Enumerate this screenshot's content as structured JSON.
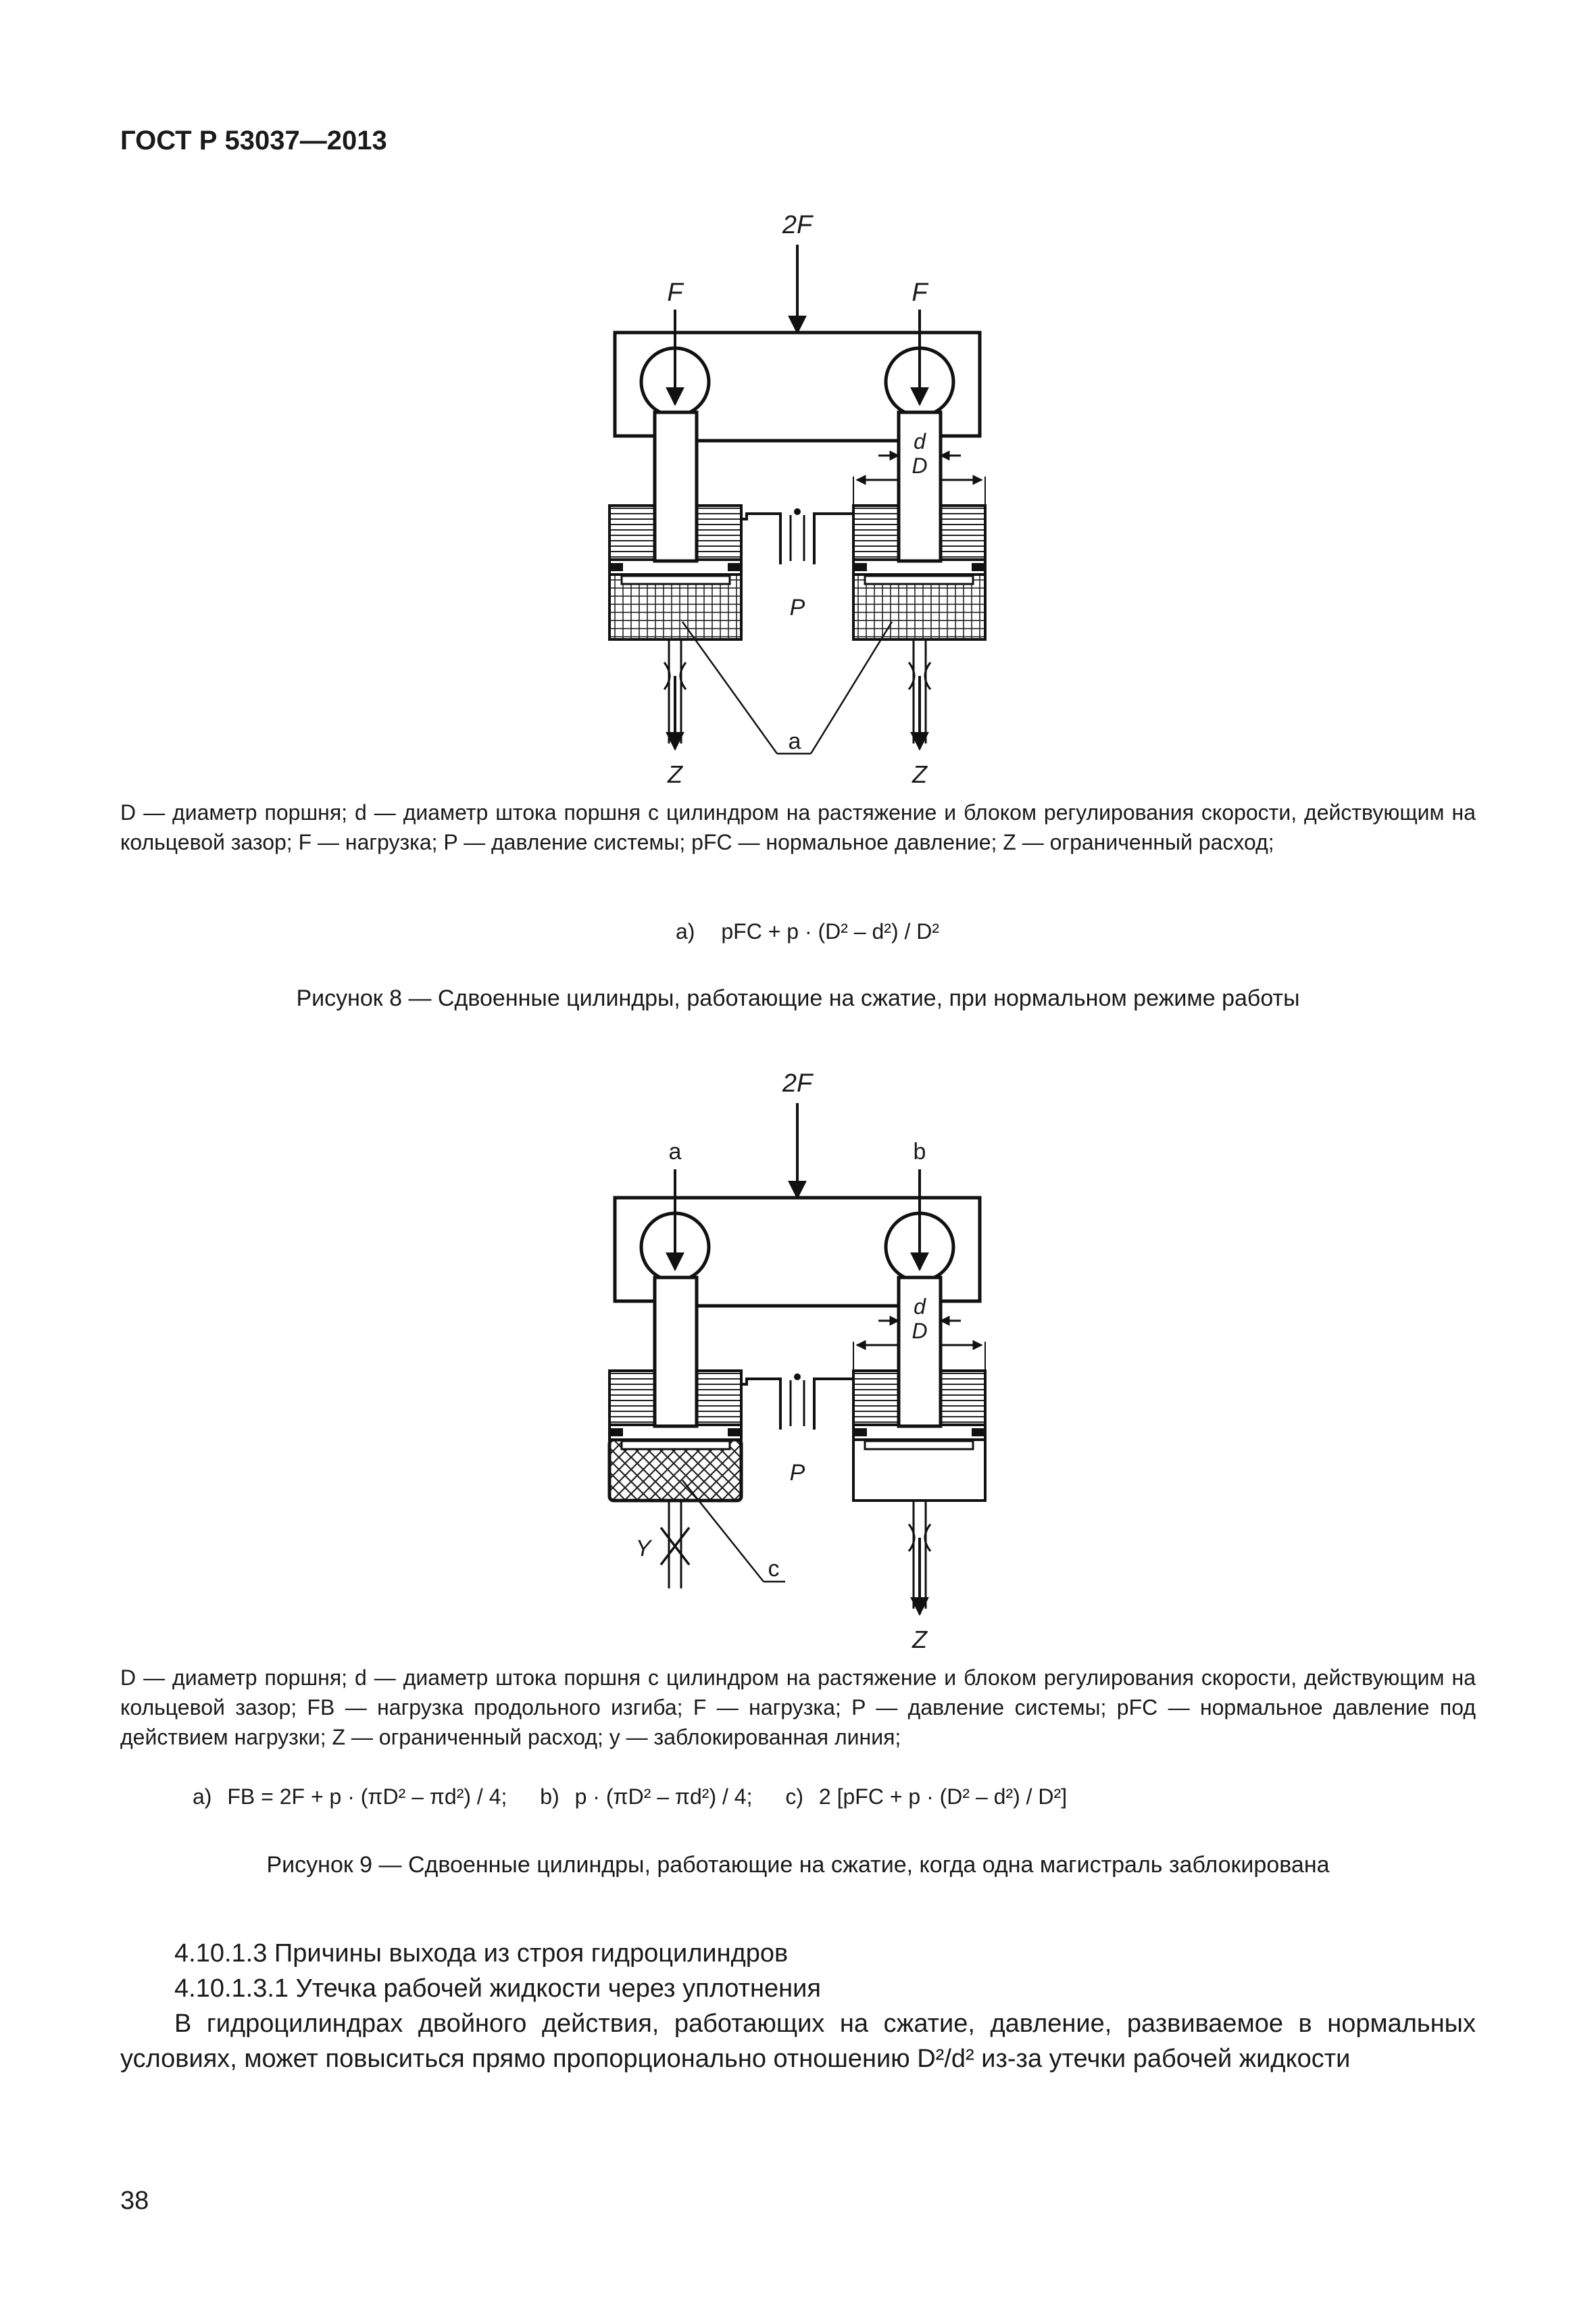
{
  "header": {
    "standard": "ГОСТ Р 53037—2013"
  },
  "figure8": {
    "labels": {
      "top_force": "2F",
      "left_force": "F",
      "right_force": "F",
      "d": "d",
      "D": "D",
      "P": "P",
      "a": "a",
      "z_left": "Z",
      "z_right": "Z"
    },
    "legend": "D — диаметр поршня; d — диаметр штока поршня с цилиндром на растяжение и блоком регулирования скорости, действующим на кольцевой зазор; F — нагрузка; P — давление системы; pFC — нормальное давление; Z — ограниченный расход;",
    "formula_label": "a)",
    "formula_text": "pFC + p · (D² – d²) / D²",
    "caption": "Рисунок 8 — Сдвоенные цилиндры, работающие на сжатие, при нормальном режиме работы"
  },
  "figure9": {
    "labels": {
      "top_force": "2F",
      "a": "a",
      "b": "b",
      "d": "d",
      "D": "D",
      "P": "P",
      "Y": "Y",
      "c": "c",
      "z": "Z"
    },
    "legend": "D — диаметр поршня; d — диаметр штока поршня с цилиндром на растяжение и блоком регулирования скорости, действующим на кольцевой зазор; FB — нагрузка продольного изгиба; F — нагрузка; P — давление системы; pFC — нормальное давление под действием нагрузки; Z — ограниченный расход; y — заблокированная линия;",
    "formula_a_label": "a)",
    "formula_a": "FB = 2F + p · (πD² – πd²) / 4;",
    "formula_b_label": "b)",
    "formula_b": "p · (πD² – πd²) / 4;",
    "formula_c_label": "c)",
    "formula_c": "2 [pFC + p · (D² – d²) / D²]",
    "caption": "Рисунок 9 — Сдвоенные цилиндры, работающие на сжатие, когда одна магистраль заблокирована"
  },
  "section": {
    "h1": "4.10.1.3 Причины выхода из строя гидроцилиндров",
    "h2": "4.10.1.3.1 Утечка рабочей жидкости через уплотнения",
    "body": "В гидроцилиндрах двойного действия, работающих на сжатие, давление, развиваемое в нормальных условиях, может повыситься прямо пропорционально отношению D²/d² из-за утечки рабочей жидкости"
  },
  "page_number": "38"
}
